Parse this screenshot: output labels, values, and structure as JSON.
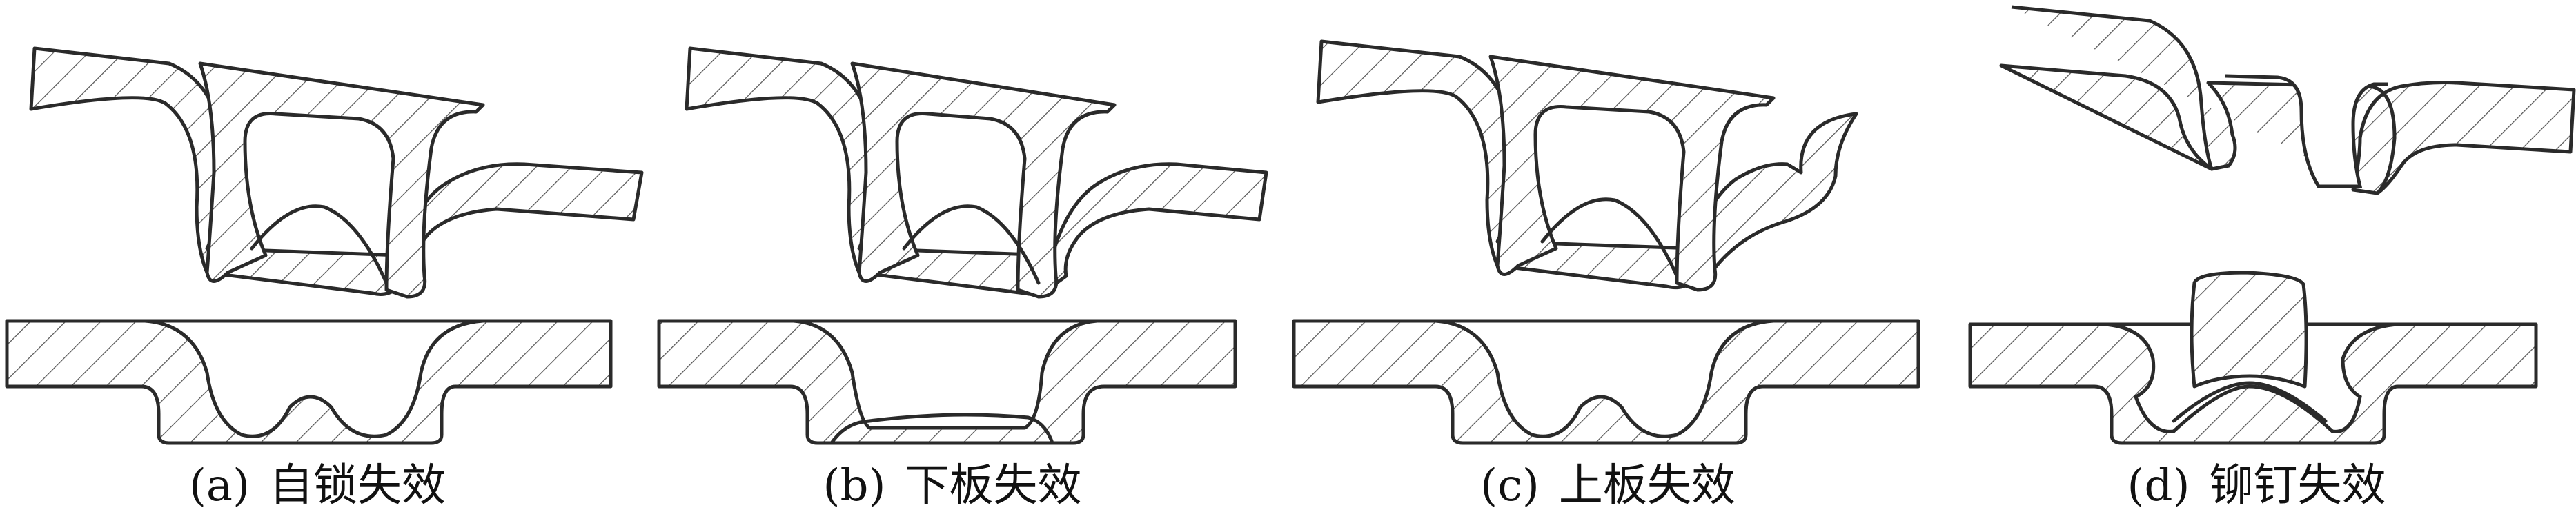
{
  "panels": [
    {
      "label": "(a)",
      "title": "自锁失效"
    },
    {
      "label": "(b)",
      "title": "下板失效"
    },
    {
      "label": "(c)",
      "title": "上板失效"
    },
    {
      "label": "(d)",
      "title": "铆钉失效"
    }
  ]
}
